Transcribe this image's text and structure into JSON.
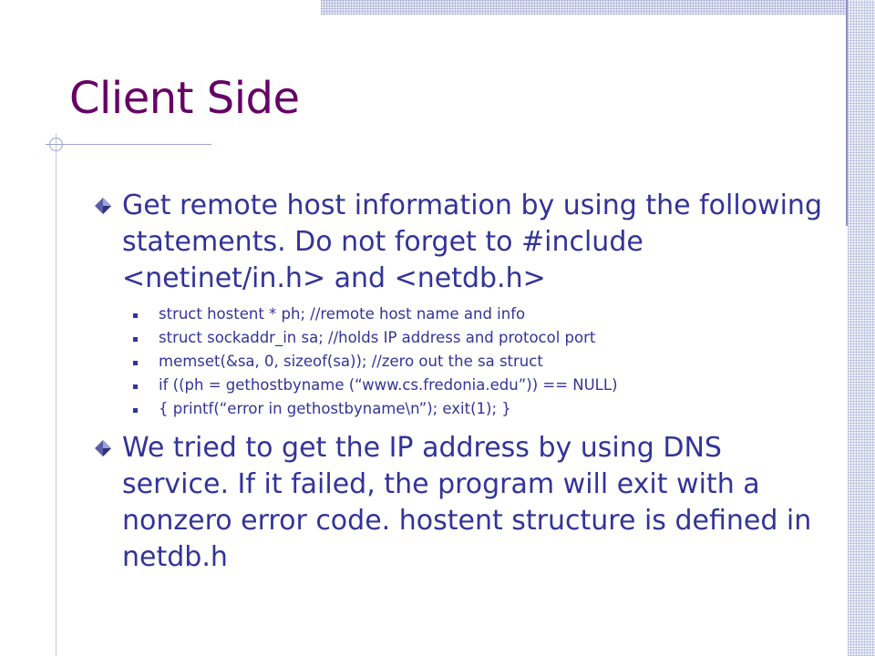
{
  "title": "Client Side",
  "bullets": [
    {
      "text": "Get remote host information by using the following statements. Do not forget to #include <netinet/in.h> and <netdb.h>",
      "subitems": [
        "struct hostent * ph; //remote host name and info",
        "struct sockaddr_in sa; //holds IP address and protocol port",
        "memset(&sa, 0, sizeof(sa)); //zero out the sa struct",
        "if ((ph = gethostbyname (“www.cs.fredonia.edu”)) == NULL)",
        "{ printf(“error in gethostbyname\\n”); exit(1); }"
      ]
    },
    {
      "text": "We tried to get the IP address by using DNS service. If it failed, the program will exit with a nonzero error code. hostent structure is defined in netdb.h"
    }
  ],
  "colors": {
    "title": "#660066",
    "text": "#333399",
    "accent": "#8e93c7"
  },
  "icons": {
    "level1": "diamond-bullet-icon",
    "level2": "square-bullet-icon"
  }
}
